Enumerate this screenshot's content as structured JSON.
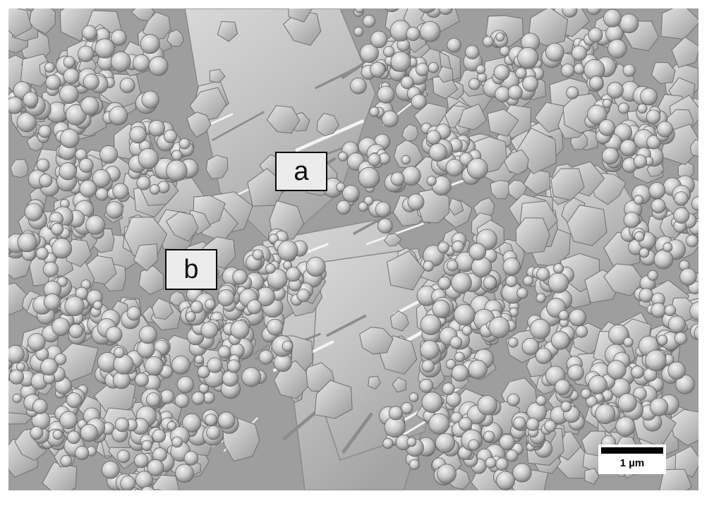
{
  "image": {
    "description_type": "scanning electron micrograph, grayscale",
    "colors": {
      "background_border": "#ffffff",
      "crystal_light": "#e8e8e8",
      "crystal_mid": "#b4b4b4",
      "crystal_shadow": "#6a6a6a",
      "label_border": "#0a0a0a"
    }
  },
  "labels": {
    "a": "a",
    "b": "b"
  },
  "scale_bar": {
    "text": "1 µm"
  }
}
